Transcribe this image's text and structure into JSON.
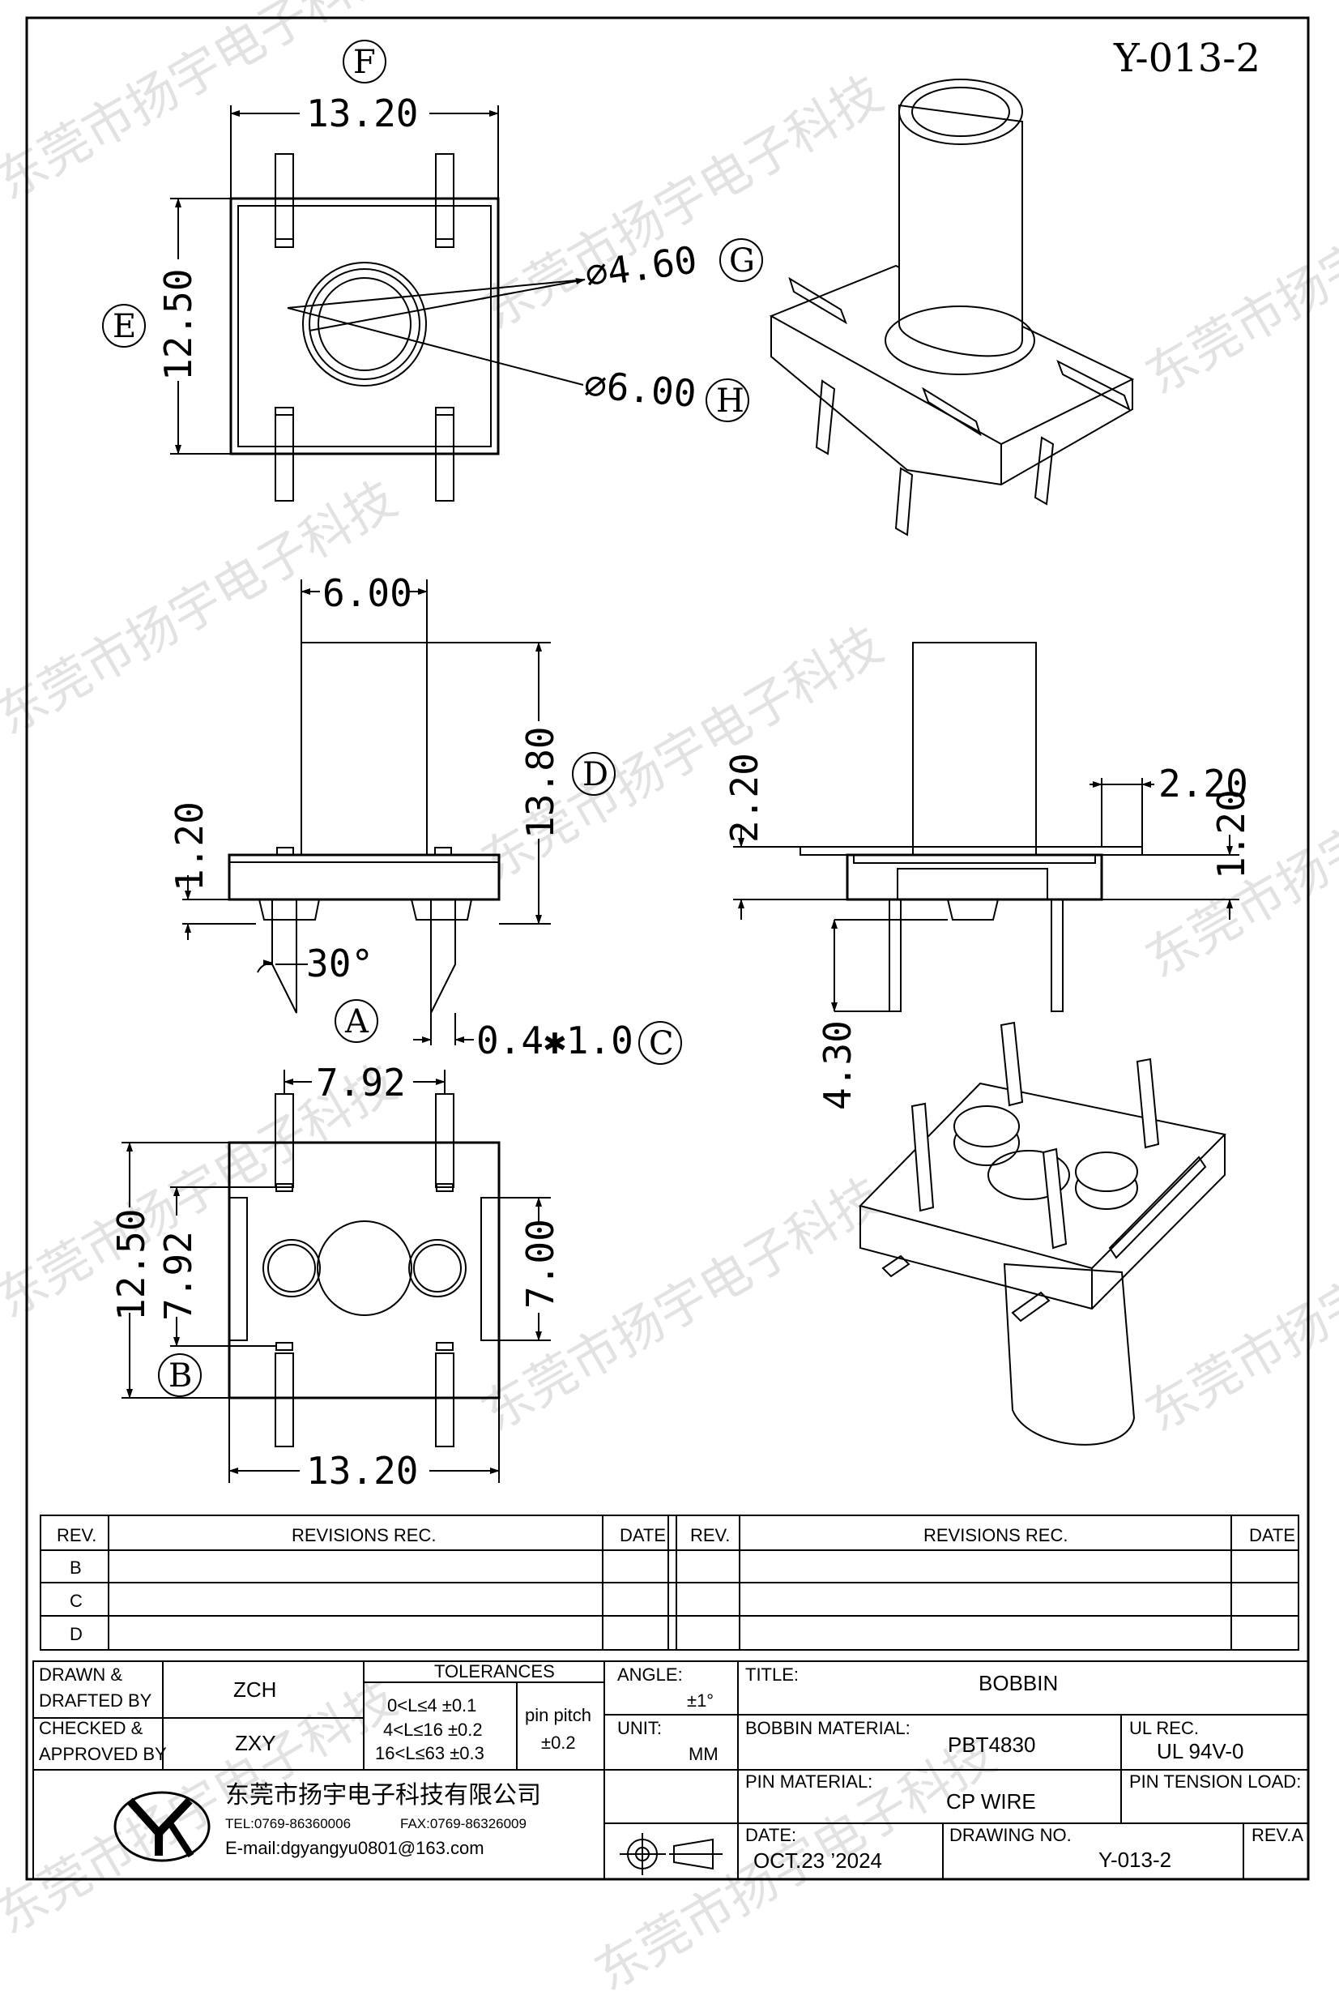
{
  "drawing_code": "Y-013-2",
  "dims": {
    "top_width": "13.20",
    "top_height": "12.50",
    "inner_dia": "⌀4.60",
    "outer_dia": "⌀6.00",
    "tube_width": "6.00",
    "total_height": "13.80",
    "flange_thk": "1.20",
    "angle": "30°",
    "pin_size": "0.4✱1.0",
    "side_step": "2.20",
    "side_step_h": "2.20",
    "side_flange": "1.20",
    "pin_len": "4.30",
    "pin_pitch_x": "7.92",
    "pin_pitch_y": "7.92",
    "bot_height": "12.50",
    "slot_len": "7.00",
    "bot_width": "13.20"
  },
  "callouts": {
    "a": "A",
    "b": "B",
    "c": "C",
    "d": "D",
    "e": "E",
    "f": "F",
    "g": "G",
    "h": "H"
  },
  "revisions": {
    "col_rev": "REV.",
    "col_rec": "REVISIONS    REC.",
    "col_date": "DATE",
    "rows": [
      "B",
      "C",
      "D"
    ]
  },
  "title_block": {
    "drawn_label_1": "DRAWN  &",
    "drawn_label_2": "DRAFTED  BY",
    "drawn_by": "ZCH",
    "checked_label_1": "CHECKED  &",
    "checked_label_2": "APPROVED  BY",
    "checked_by": "ZXY",
    "tol_header": "TOLERANCES",
    "tol_1": "0<L≤4    ±0.1",
    "tol_2": "4<L≤16  ±0.2",
    "tol_3": "16<L≤63 ±0.3",
    "pitch_label": "pin  pitch",
    "pitch_tol": "±0.2",
    "angle_label": "ANGLE:",
    "angle_tol": "±1°",
    "unit_label": "UNIT:",
    "unit": "MM",
    "title_label": "TITLE:",
    "title": "BOBBIN",
    "bobbin_mat_label": "BOBBIN  MATERIAL:",
    "bobbin_mat": "PBT4830",
    "ul_label": "UL  REC.",
    "ul": "UL  94V-0",
    "pin_mat_label": "PIN  MATERIAL:",
    "pin_mat": "CP   WIRE",
    "tension_label": "PIN  TENSION  LOAD:",
    "date_label": "DATE:",
    "date": "OCT.23  ’2024",
    "drawing_no_label": "DRAWING  NO.",
    "drawing_no": "Y-013-2",
    "rev_label": "REV.A"
  },
  "company": {
    "name": "东莞市扬宇电子科技有限公司",
    "tel": "TEL:0769-86360006",
    "fax": "FAX:0769-86326009",
    "email": "E-mail:dgyangyu0801@163.com",
    "watermark": "东莞市扬宇电子科技"
  }
}
